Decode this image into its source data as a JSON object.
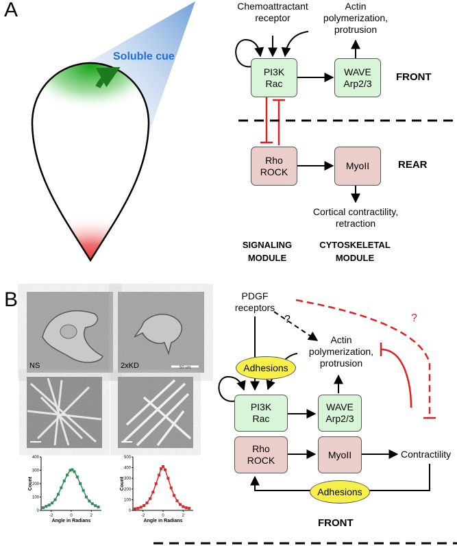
{
  "panelA": {
    "letter": "A",
    "soluble_cue": "Soluble cue",
    "chemo_receptor": "Chemoattractant\nreceptor",
    "actin_top": "Actin\npolymerization,\nprotrusion",
    "pi3k_box": "PI3K\nRac",
    "wave_box": "WAVE\nArp2/3",
    "front_label": "FRONT",
    "rho_box": "Rho\nROCK",
    "myo_box": "MyoII",
    "rear_label": "REAR",
    "cortical": "Cortical contractility,\nretraction",
    "signaling": "SIGNALING\nMODULE",
    "cytoskeletal": "CYTOSKELETAL\nMODULE"
  },
  "panelB": {
    "letter": "B",
    "ns": "NS",
    "kd": "2xKD",
    "scale_label": "50 um",
    "pdgf": "PDGF\nreceptors",
    "q1": "?",
    "q2": "?",
    "actin": "Actin\npolymerization,\nprotrusion",
    "adhesions_top": "Adhesions",
    "pi3k_box": "PI3K\nRac",
    "wave_box": "WAVE\nArp2/3",
    "rho_box": "Rho\nROCK",
    "myo_box": "MyoII",
    "contractility": "Contractility",
    "adhesions_bottom": "Adhesions",
    "front_label": "FRONT",
    "hist_ylabel": "Count",
    "hist_xlabel": "Angle in Radians"
  },
  "histograms": [
    {
      "color": "#2e8b57",
      "yticks": [
        "0",
        "100",
        "200",
        "300",
        "400"
      ],
      "xticks": [
        "-2",
        "0",
        "2"
      ],
      "ylim": [
        0,
        400
      ],
      "xlim": [
        -3,
        3
      ],
      "points": [
        [
          -2.8,
          20
        ],
        [
          -2.5,
          30
        ],
        [
          -2.2,
          40
        ],
        [
          -1.9,
          55
        ],
        [
          -1.6,
          80
        ],
        [
          -1.3,
          120
        ],
        [
          -1.0,
          170
        ],
        [
          -0.7,
          220
        ],
        [
          -0.4,
          265
        ],
        [
          -0.1,
          300
        ],
        [
          0.1,
          305
        ],
        [
          0.3,
          290
        ],
        [
          0.6,
          250
        ],
        [
          0.9,
          200
        ],
        [
          1.2,
          150
        ],
        [
          1.5,
          100
        ],
        [
          1.8,
          70
        ],
        [
          2.1,
          50
        ],
        [
          2.4,
          35
        ],
        [
          2.7,
          25
        ]
      ]
    },
    {
      "color": "#d42a2a",
      "yticks": [
        "0",
        "100",
        "200",
        "300",
        "400",
        "500"
      ],
      "xticks": [
        "-2",
        "0",
        "2"
      ],
      "ylim": [
        0,
        500
      ],
      "xlim": [
        -3,
        3
      ],
      "points": [
        [
          -2.8,
          15
        ],
        [
          -2.5,
          20
        ],
        [
          -2.2,
          30
        ],
        [
          -1.9,
          45
        ],
        [
          -1.6,
          70
        ],
        [
          -1.3,
          110
        ],
        [
          -1.0,
          170
        ],
        [
          -0.7,
          250
        ],
        [
          -0.4,
          330
        ],
        [
          -0.2,
          390
        ],
        [
          0.0,
          410
        ],
        [
          0.2,
          380
        ],
        [
          0.5,
          300
        ],
        [
          0.8,
          210
        ],
        [
          1.1,
          140
        ],
        [
          1.4,
          90
        ],
        [
          1.7,
          55
        ],
        [
          2.0,
          35
        ],
        [
          2.3,
          25
        ],
        [
          2.6,
          20
        ]
      ]
    }
  ],
  "colors": {
    "green_box": "#d8f5d8",
    "pink_box": "#ebcdca",
    "inhibit_red": "#e02020",
    "arrow_green": "#1e7a1e",
    "adhesion_yellow": "#f7f04b"
  }
}
